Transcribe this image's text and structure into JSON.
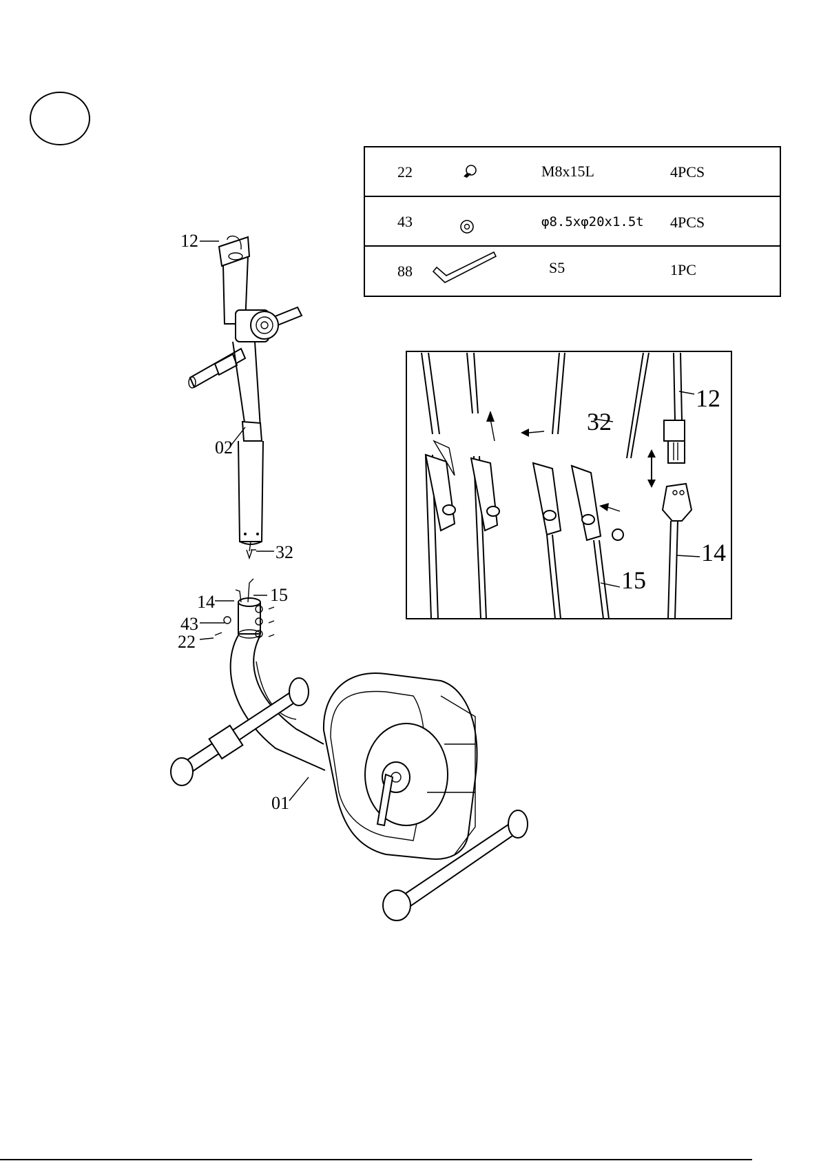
{
  "step_number": "",
  "parts_table": {
    "rows": [
      {
        "part": "22",
        "icon": "bolt-icon",
        "spec": "M8x15L",
        "qty": "4PCS"
      },
      {
        "part": "43",
        "icon": "washer-icon",
        "spec": "φ8.5xφ20x1.5t",
        "qty": "4PCS"
      },
      {
        "part": "88",
        "icon": "allen-key-icon",
        "spec": "S5",
        "qty": "1PC"
      }
    ]
  },
  "callouts": {
    "c12": "12",
    "c02": "02",
    "c32": "32",
    "c14": "14",
    "c15": "15",
    "c43": "43",
    "c22": "22",
    "c01": "01"
  },
  "detail_callouts": {
    "d12": "12",
    "d32": "32",
    "d14": "14",
    "d15": "15"
  }
}
